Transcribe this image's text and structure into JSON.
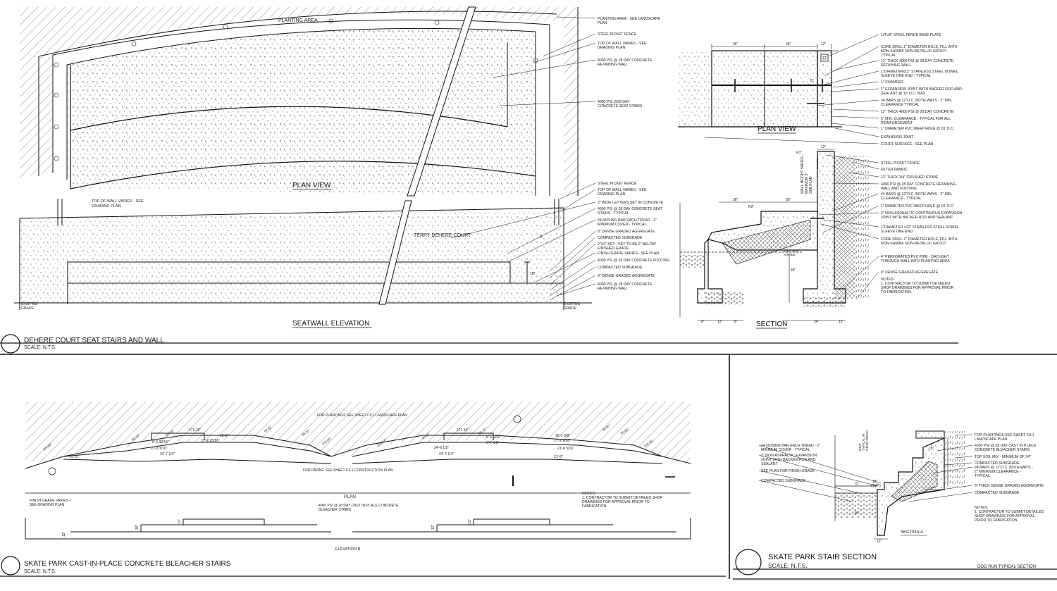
{
  "top_sheet": {
    "title": "DEHERE COURT SEAT STAIRS AND WALL",
    "scale": "SCALE:  N.T.S.",
    "plan_view": {
      "label": "PLAN VIEW",
      "planting_area": "PLANTING AREA",
      "notes": [
        [
          "PLANTING AREA - SEE LANDSCAPE",
          "PLAN"
        ],
        [
          "STEEL PICKET FENCE"
        ],
        [
          "TOP OF WALL VARIES - SEE",
          "GRADING PLAN"
        ],
        [
          "4000 PSI @ 28 DAY CONCRETE",
          "RETAINING WALL"
        ],
        [
          "4000 PSI @28 DAY",
          "CONCRETE SEAT STAIRS"
        ]
      ]
    },
    "seatwall_elevation": {
      "label": "SEATWALL ELEVATION",
      "wall_text": "TERRY DEHERE COURT",
      "left_note": [
        "TOP OF WALL VARIES - SEE",
        "GRADING PLAN"
      ],
      "existing_grade": [
        "EXISTING",
        "GRADE"
      ],
      "dims": [
        "18\"",
        "9\""
      ],
      "notes": [
        [
          "STEEL PICKET FENCE"
        ],
        [
          "TOP OF WALL VARIES - SEE",
          "GRADING PLAN"
        ],
        [
          "2\" WIDE LETTERS SET IN CONCRETE"
        ],
        [
          "4000 PSI @ 28 DAY CONCRETE SEAT",
          "STAIRS - TYPICAL"
        ],
        [
          "#4 NOSING BAR EACH TREAD - 2\"",
          "MINIMUM COVER - TYPICAL"
        ],
        [
          "8\" DENSE GRADED AGGREGATE"
        ],
        [
          "COMPACTED SUBGRADE"
        ],
        [
          "2\"X4\" KEY - KEY TO BE 2\" BELOW",
          "FINISHED GRADE"
        ],
        [
          "FINISH GRADE VARIES - SEE PLAN"
        ],
        [
          "4000 PSI @ 28 DAY CONCRETE FOOTING"
        ],
        [
          "COMPACTED SUBGRADE"
        ],
        [
          "8\" DENSE GRADED AGGREGATE"
        ],
        [
          "4000 PSI @ 28 DAY CONCRETE",
          "RETAINING WALL"
        ]
      ]
    },
    "detail_plan": {
      "label": "PLAN VIEW",
      "dims": [
        "36\"",
        "36\"",
        "12\"",
        "6\""
      ],
      "notes": [
        [
          "1/4\"x6\" STEEL FENCE BASE PLATE"
        ],
        [
          "CORE DRILL 2\" DIAMETER HOLE, FILL WITH",
          "NON-SHRINK NON-METALLIC GROUT -",
          "TYPICAL"
        ],
        [
          "12\" THICK 4000 PSI @ 28 DAY CONCRETE",
          "RETAINING WALL"
        ],
        [
          "1\"DIAMETERx12\" STAINLESS STEEL DOWEL",
          "SLEEVE ONE END - TYPICAL"
        ],
        [
          "1\" CHAMFER"
        ],
        [
          "1\" EXPANSION JOINT WITH BACKER ROD AND",
          "SEALANT @ 10' O.C. MAX"
        ],
        [
          "#4 BARS @ 12\"O.C. BOTH WAYS - 2\" MIN.",
          "CLEARANCE TYPICAL"
        ],
        [
          "12\" THICK 4000 PSI @ 28 DAY CONCRETE"
        ],
        [
          "2\" MIN. CLEARANCE - TYPICAL FOR ALL",
          "REINFORCEMENT"
        ],
        [
          "1\" DIAMETER PVC WEEP HOLE @ 10' O.C."
        ],
        [
          "EXPANSION JOINT"
        ],
        [
          "COURT SURFACE - SEE PLAN"
        ]
      ]
    },
    "section": {
      "label": "SECTION",
      "dims": [
        "36\"",
        "36\"",
        "12\"",
        "8\"",
        "12\"",
        "8\"",
        "24\"",
        "12\"",
        "48\"",
        "R1\"",
        "R2\""
      ],
      "wall_height": [
        "WALL HEIGHT VARIES -",
        "MAXIMUM 3'",
        "SEE PLAN"
      ],
      "existing_grade": [
        "EXISTING",
        "GRADE"
      ],
      "notes": [
        [
          "STEEL PICKET FENCE"
        ],
        [
          "FILTER FABRIC"
        ],
        [
          "12\" THICK 3/4\" CRUSHED STONE"
        ],
        [
          "4000 PSI @ 28 DAY CONCRETE RETAINING",
          "WALL AND FOOTING"
        ],
        [
          "#4 BARS @ 12\"O.C. BOTH WAYS - 2\" MIN.",
          "CLEARANCE - TYPICAL"
        ],
        [
          "1\" DIAMETER PVC WEEP HOLE @ 10' O.C."
        ],
        [
          "2\" NON-ASPHALTIC CONTINUOUS EXPANSION",
          "JOINT WITH BACKER ROD AND SEALANT"
        ],
        [
          "1\"DIAMETER x12\" STAINLESS STEEL DOWEL",
          "SLEEVE ONE END"
        ],
        [
          "CORE DRILL 2\" DIAMETER HOLE, FILL WITH",
          "NON-SHRINK NON-METALLIC GROUT"
        ],
        [
          "4\" PERFORATED PVC PIPE - DAYLIGHT",
          "THROUGH WALL INTO PLANTING AREA"
        ],
        [
          "8\" DENSE GRADED AGGREGATE"
        ],
        [
          "NOTES:",
          "1.    CONTRACTOR TO SUBMIT DETAILED",
          "      SHOP DRAWINGS FOR APPROVAL PRIOR",
          "      TO FABRICATION."
        ]
      ]
    }
  },
  "bleacher_sheet": {
    "title": "SKATE PARK CAST-IN-PLACE CONCRETE BLEACHER STAIRS",
    "scale": "SCALE:  N.T.S.",
    "plan_label": "PLAN",
    "elevation_label": "ELEVATION B",
    "planting_note": "FOR PLANTINGS SEE SHEET C9.1 LANDSCAPE PLAN",
    "paving_note": "FOR PAVING  SEE SHEET C4.1 CONSTRUCTION PLAN",
    "finish_grade_note": [
      "FINISH GRADE VARIES -",
      "SEE GRADING PLAN"
    ],
    "stairs_note": [
      "4000 PSI @ 28 DAY CAST IN PLACE CONCRETE",
      "BLEACHER STAIRS"
    ],
    "notes": [
      "NOTES:",
      "1.    CONTRACTOR TO SUBMIT DETAILED SHOP",
      "      DRAWINGS FOR APPROVAL PRIOR TO",
      "      FABRICATION."
    ],
    "left_dims": [
      "21'-8\"",
      "24'-7 1/4\"",
      "21'-6 5/16\"",
      "8'-6 13/16\"",
      "17'-2 15/16\"",
      "11'-2\"",
      "171.16\""
    ],
    "right_dims": [
      "6'-5 5/16\"",
      "6'-7 1/2\"",
      "24'-6 1/2\"",
      "24'-7 1/4\"",
      "17'-2 9/16\"",
      "16'-1 3/8\"",
      "21'-6 5/16\"",
      "21'-8\"",
      "171.14\""
    ],
    "angle_dims": [
      "119.69\"",
      "90.73\"",
      "90.73\"",
      "89.92\"",
      "89.25\"",
      "106.80\"",
      "106.07\"",
      "90.02\"",
      "89.72\"",
      "90.00\"",
      "90.00\"",
      "105.94\""
    ],
    "elev_dims": [
      "12\"",
      "18\"",
      "12\"",
      "12\"",
      "12\""
    ]
  },
  "stair_sheet": {
    "title": "SKATE PARK STAIR SECTION",
    "scale": "SCALE:  N.T.S.",
    "section_label": "SECTION A",
    "subtitle": "DOG RUN TYPICAL SECTION",
    "dims": [
      "18\"",
      "(TYP.)",
      "6\"",
      "18\"",
      "12\"",
      "12\"",
      "36\""
    ],
    "tread_note": [
      "R1/2\"",
      "TYPICAL AT",
      "STAIR TREAD"
    ],
    "left_notes": [
      [
        "#4 NOSING BAR EACH TREAD - 2\"",
        "MINIMUM COVER - TYPICAL"
      ],
      [
        "2\" NON-ASPHALTIC EXPANSION",
        "JOINT WITH BACKER ROD AND",
        "SEALANT"
      ],
      [
        "SEE PLAN FOR FINISH GRADE"
      ],
      [
        "COMPACTED SUBGRADE"
      ]
    ],
    "right_notes": [
      [
        "FOR PLANTINGS SEE SHEET C9.1",
        "LANDSCAPE PLAN"
      ],
      [
        "4000 PSI @ 28 DAY CAST IN PLACE",
        "CONCRETE BLEACHER STAIRS"
      ],
      [
        "TOP SOIL MIX - MINIMUM OF 24\""
      ],
      [
        "COMPACTED SUBGRADE"
      ],
      [
        "#4 BARS @ 12\"O.C. BOTH WAYS -",
        "2\" MINIMUM CLEARANCE -",
        "TYPICAL"
      ],
      [
        "6\" THICK DENSE GRADED AGGREGATE"
      ],
      [
        "COMPACTED SUBGRADE"
      ],
      [
        "NOTES:",
        "1.    CONTRACTOR TO SUBMIT DETAILED",
        "      SHOP DRAWINGS FOR APPROVAL",
        "      PRIOR TO FABRICATION."
      ]
    ]
  }
}
